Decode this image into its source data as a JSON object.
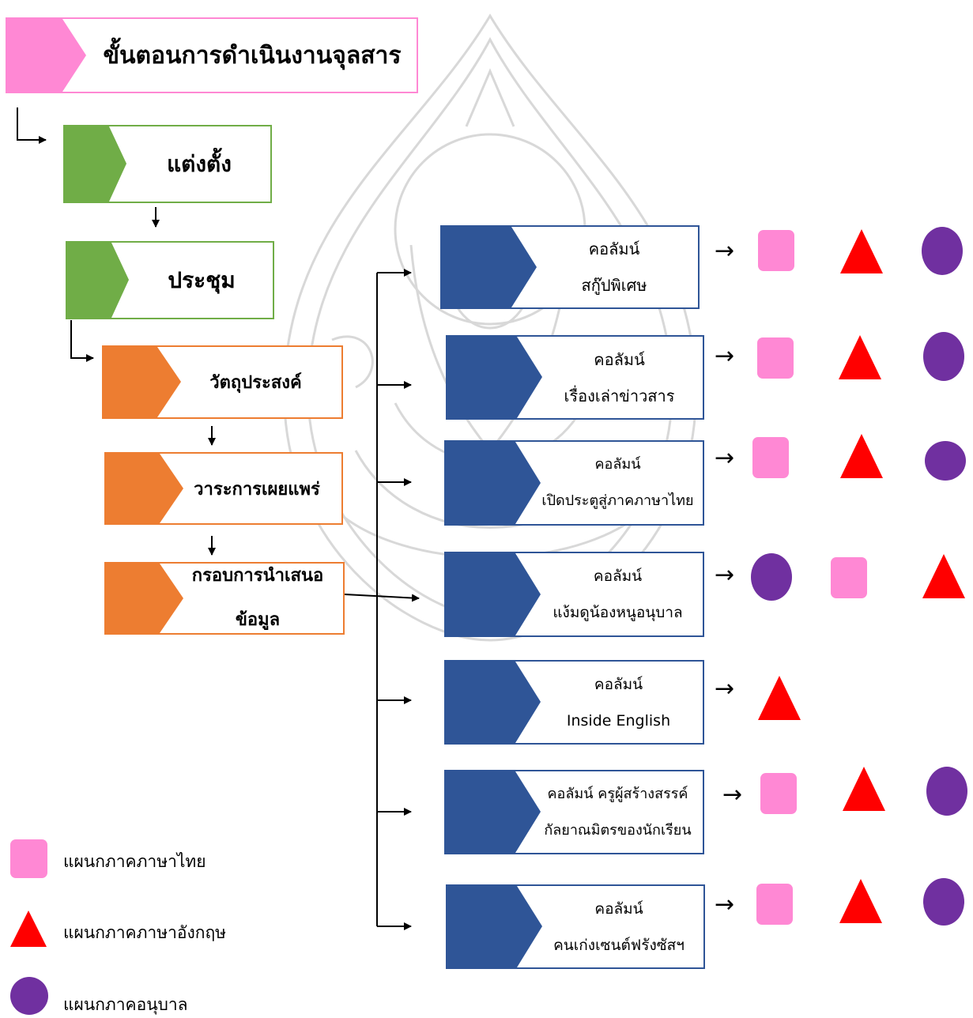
{
  "title": "ขั้นตอนการดำเนินงานจุลสาร",
  "process": {
    "appoint": "แต่งตั้ง",
    "meeting": "ประชุม",
    "objective": "วัตถุประสงค์",
    "agenda": "วาระการเผยแพร่",
    "framework_line1": "กรอบการนำเสนอ",
    "framework_line2": "ข้อมูล"
  },
  "columns": [
    {
      "line1": "คอลัมน์",
      "line2": "สกู๊ปพิเศษ",
      "shapes": [
        "square",
        "triangle",
        "circle"
      ]
    },
    {
      "line1": "คอลัมน์",
      "line2": "เรื่องเล่าข่าวสาร",
      "shapes": [
        "square",
        "triangle",
        "circle"
      ]
    },
    {
      "line1": "คอลัมน์",
      "line2": "เปิดประตูสู่ภาคภาษาไทย",
      "shapes": [
        "square",
        "triangle",
        "circle"
      ]
    },
    {
      "line1": "คอลัมน์",
      "line2": "แง้มดูน้องหนูอนุบาล",
      "shapes": [
        "circle",
        "square",
        "triangle"
      ]
    },
    {
      "line1": "คอลัมน์",
      "line2": "Inside English",
      "shapes": [
        "triangle"
      ]
    },
    {
      "line1": "คอลัมน์ ครูผู้สร้างสรรค์",
      "line2": "กัลยาณมิตรของนักเรียน",
      "shapes": [
        "square",
        "triangle",
        "circle"
      ]
    },
    {
      "line1": "คอลัมน์",
      "line2": "คนเก่งเซนต์ฟรังซัสฯ",
      "shapes": [
        "square",
        "triangle",
        "circle"
      ]
    }
  ],
  "legend": [
    {
      "shape": "square",
      "label": "แผนกภาคภาษาไทย"
    },
    {
      "shape": "triangle",
      "label": "แผนกภาคภาษาอังกฤษ"
    },
    {
      "shape": "circle",
      "label": "แผนกภาคอนุบาล"
    }
  ],
  "colors": {
    "title_accent": "#ff88d4",
    "green": "#70ad47",
    "orange": "#ed7d31",
    "navy": "#2f5597",
    "square": "#ff88d4",
    "triangle": "#ff0000",
    "circle": "#7030a0"
  },
  "arrow_glyph": "→"
}
